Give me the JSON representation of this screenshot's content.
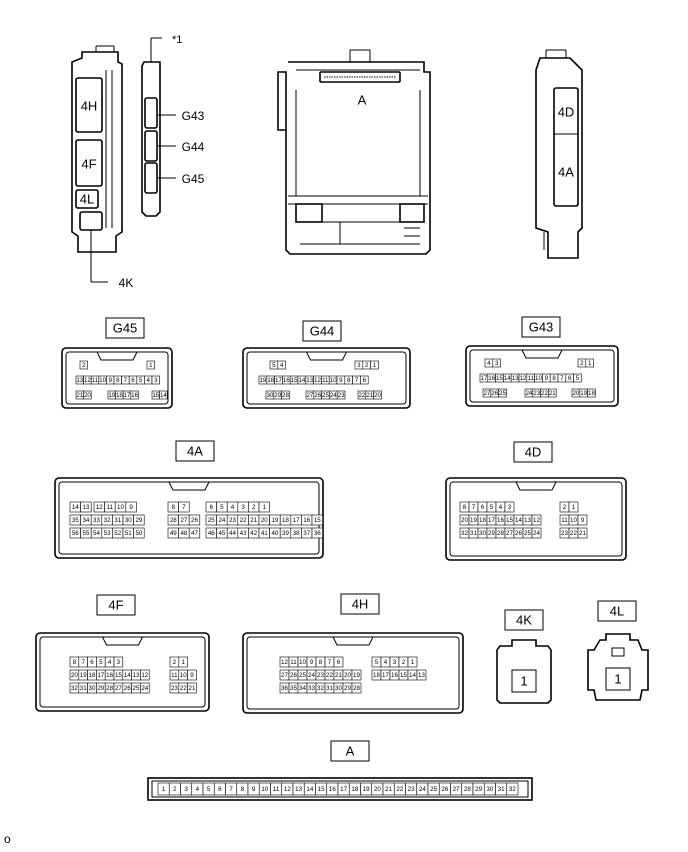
{
  "top_views": {
    "ecu_side_labels": [
      "4H",
      "4F",
      "4L",
      "4K"
    ],
    "junction_connectors": [
      "G43",
      "G44",
      "G45"
    ],
    "note_ref": "*1",
    "center_label": "A",
    "right_labels": [
      "4D",
      "4A"
    ]
  },
  "connectors": {
    "G45": {
      "label": "G45",
      "rows": [
        [
          "2",
          "1"
        ],
        [
          "13",
          "12",
          "11",
          "10",
          "9",
          "8",
          "7",
          "6",
          "5",
          "4",
          "3"
        ],
        [
          "21",
          "20",
          "19",
          "18",
          "17",
          "16",
          "15",
          "14"
        ]
      ]
    },
    "G44": {
      "label": "G44",
      "rows": [
        [
          "5",
          "4",
          "3",
          "2",
          "1"
        ],
        [
          "19",
          "18",
          "17",
          "16",
          "15",
          "14",
          "13",
          "12",
          "11",
          "10",
          "9",
          "8",
          "7",
          "6"
        ],
        [
          "30",
          "29",
          "28",
          "27",
          "26",
          "25",
          "24",
          "23",
          "22",
          "21",
          "20"
        ]
      ]
    },
    "G43": {
      "label": "G43",
      "rows": [
        [
          "4",
          "3",
          "2",
          "1"
        ],
        [
          "17",
          "16",
          "15",
          "14",
          "13",
          "12",
          "11",
          "10",
          "9",
          "8",
          "7",
          "6",
          "5"
        ],
        [
          "27",
          "26",
          "25",
          "24",
          "23",
          "22",
          "21",
          "20",
          "19",
          "18"
        ]
      ]
    },
    "4A": {
      "label": "4A",
      "rows": [
        [
          "14",
          "13",
          "12",
          "11",
          "10",
          "9",
          "8",
          "7",
          "6",
          "5",
          "4",
          "3",
          "2",
          "1"
        ],
        [
          "35",
          "34",
          "33",
          "32",
          "31",
          "30",
          "29",
          "28",
          "27",
          "26",
          "25",
          "24",
          "23",
          "22",
          "21",
          "20",
          "19",
          "18",
          "17",
          "16",
          "15"
        ],
        [
          "56",
          "55",
          "54",
          "53",
          "52",
          "51",
          "50",
          "49",
          "48",
          "47",
          "46",
          "45",
          "44",
          "43",
          "42",
          "41",
          "40",
          "39",
          "38",
          "37",
          "36"
        ]
      ]
    },
    "4D": {
      "label": "4D",
      "rows": [
        [
          "8",
          "7",
          "6",
          "5",
          "4",
          "3",
          "2",
          "1"
        ],
        [
          "20",
          "19",
          "18",
          "17",
          "16",
          "15",
          "14",
          "13",
          "12",
          "11",
          "10",
          "9"
        ],
        [
          "32",
          "31",
          "30",
          "29",
          "28",
          "27",
          "26",
          "25",
          "24",
          "23",
          "22",
          "21"
        ]
      ]
    },
    "4F": {
      "label": "4F",
      "rows": [
        [
          "8",
          "7",
          "6",
          "5",
          "4",
          "3",
          "2",
          "1"
        ],
        [
          "20",
          "19",
          "18",
          "17",
          "16",
          "15",
          "14",
          "13",
          "12",
          "11",
          "10",
          "9"
        ],
        [
          "32",
          "31",
          "30",
          "29",
          "28",
          "27",
          "26",
          "25",
          "24",
          "23",
          "22",
          "21"
        ]
      ]
    },
    "4H": {
      "label": "4H",
      "rows": [
        [
          "12",
          "11",
          "10",
          "9",
          "8",
          "7",
          "6",
          "5",
          "4",
          "3",
          "2",
          "1"
        ],
        [
          "27",
          "26",
          "25",
          "24",
          "23",
          "22",
          "21",
          "20",
          "19",
          "18",
          "17",
          "16",
          "15",
          "14",
          "13"
        ],
        [
          "36",
          "35",
          "34",
          "33",
          "32",
          "31",
          "30",
          "29",
          "28"
        ]
      ]
    },
    "4K": {
      "label": "4K",
      "pin": "1"
    },
    "4L": {
      "label": "4L",
      "pin": "1"
    },
    "A": {
      "label": "A",
      "pins": [
        "1",
        "2",
        "3",
        "4",
        "5",
        "6",
        "7",
        "8",
        "9",
        "10",
        "11",
        "12",
        "13",
        "14",
        "15",
        "16",
        "17",
        "18",
        "19",
        "20",
        "21",
        "22",
        "23",
        "24",
        "25",
        "26",
        "27",
        "28",
        "29",
        "30",
        "31",
        "32"
      ]
    }
  },
  "footer": "o"
}
